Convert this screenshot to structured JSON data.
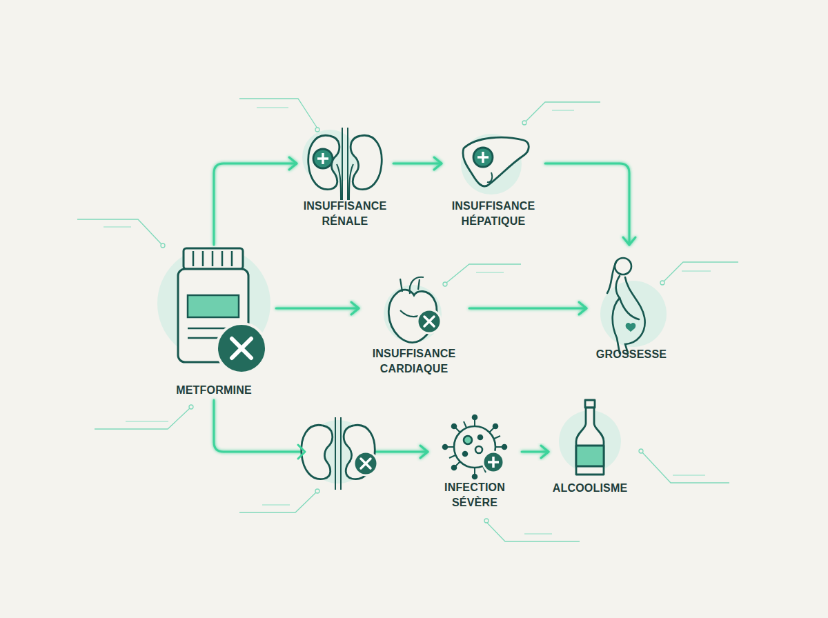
{
  "diagram": {
    "nodes": [
      {
        "text": [
          "METFORMINE"
        ]
      },
      {
        "text": [
          "INSUFFISANCE RÉNALE"
        ]
      },
      {
        "text": [
          "INSUFFISANCE HÉPATIQUE"
        ]
      },
      {
        "text": [
          "INSUFFISANCE CARDIAQUE"
        ]
      },
      {
        "text": [
          "GROSSESSE"
        ]
      },
      {
        "text": [
          "INFECTION SÉVÈRE"
        ]
      },
      {
        "text": [
          "ALCOOLISME"
        ]
      }
    ],
    "edges": [
      {
        "from": 0,
        "to": 1,
        "arrow": "to"
      },
      {
        "from": 1,
        "to": 2,
        "arrow": "to"
      },
      {
        "from": 2,
        "to": 4,
        "arrow": "to"
      },
      {
        "from": 0,
        "to": 3,
        "arrow": "to"
      },
      {
        "from": 3,
        "to": 4,
        "arrow": "to"
      },
      {
        "from": 0,
        "to": 5,
        "arrow": "to"
      },
      {
        "from": 5,
        "to": 6,
        "arrow": "to"
      }
    ]
  }
}
